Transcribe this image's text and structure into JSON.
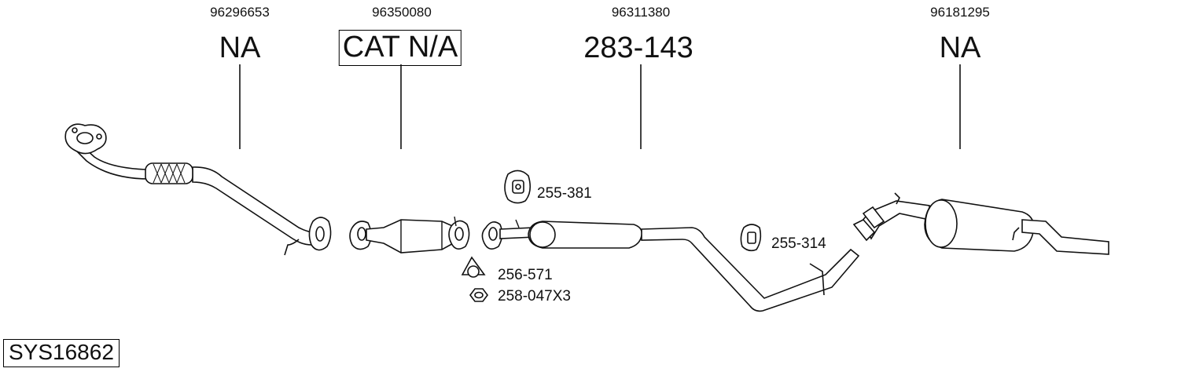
{
  "parts": [
    {
      "oem": "96296653",
      "ref": "NA"
    },
    {
      "oem": "96350080",
      "ref": "CAT N/A"
    },
    {
      "oem": "96311380",
      "ref": "283-143"
    },
    {
      "oem": "96181295",
      "ref": "NA"
    }
  ],
  "accessories": {
    "hanger_1": "255-381",
    "hanger_2": "255-314",
    "gasket": "256-571",
    "nut": "258-047X3"
  },
  "system_code": "SYS16862"
}
